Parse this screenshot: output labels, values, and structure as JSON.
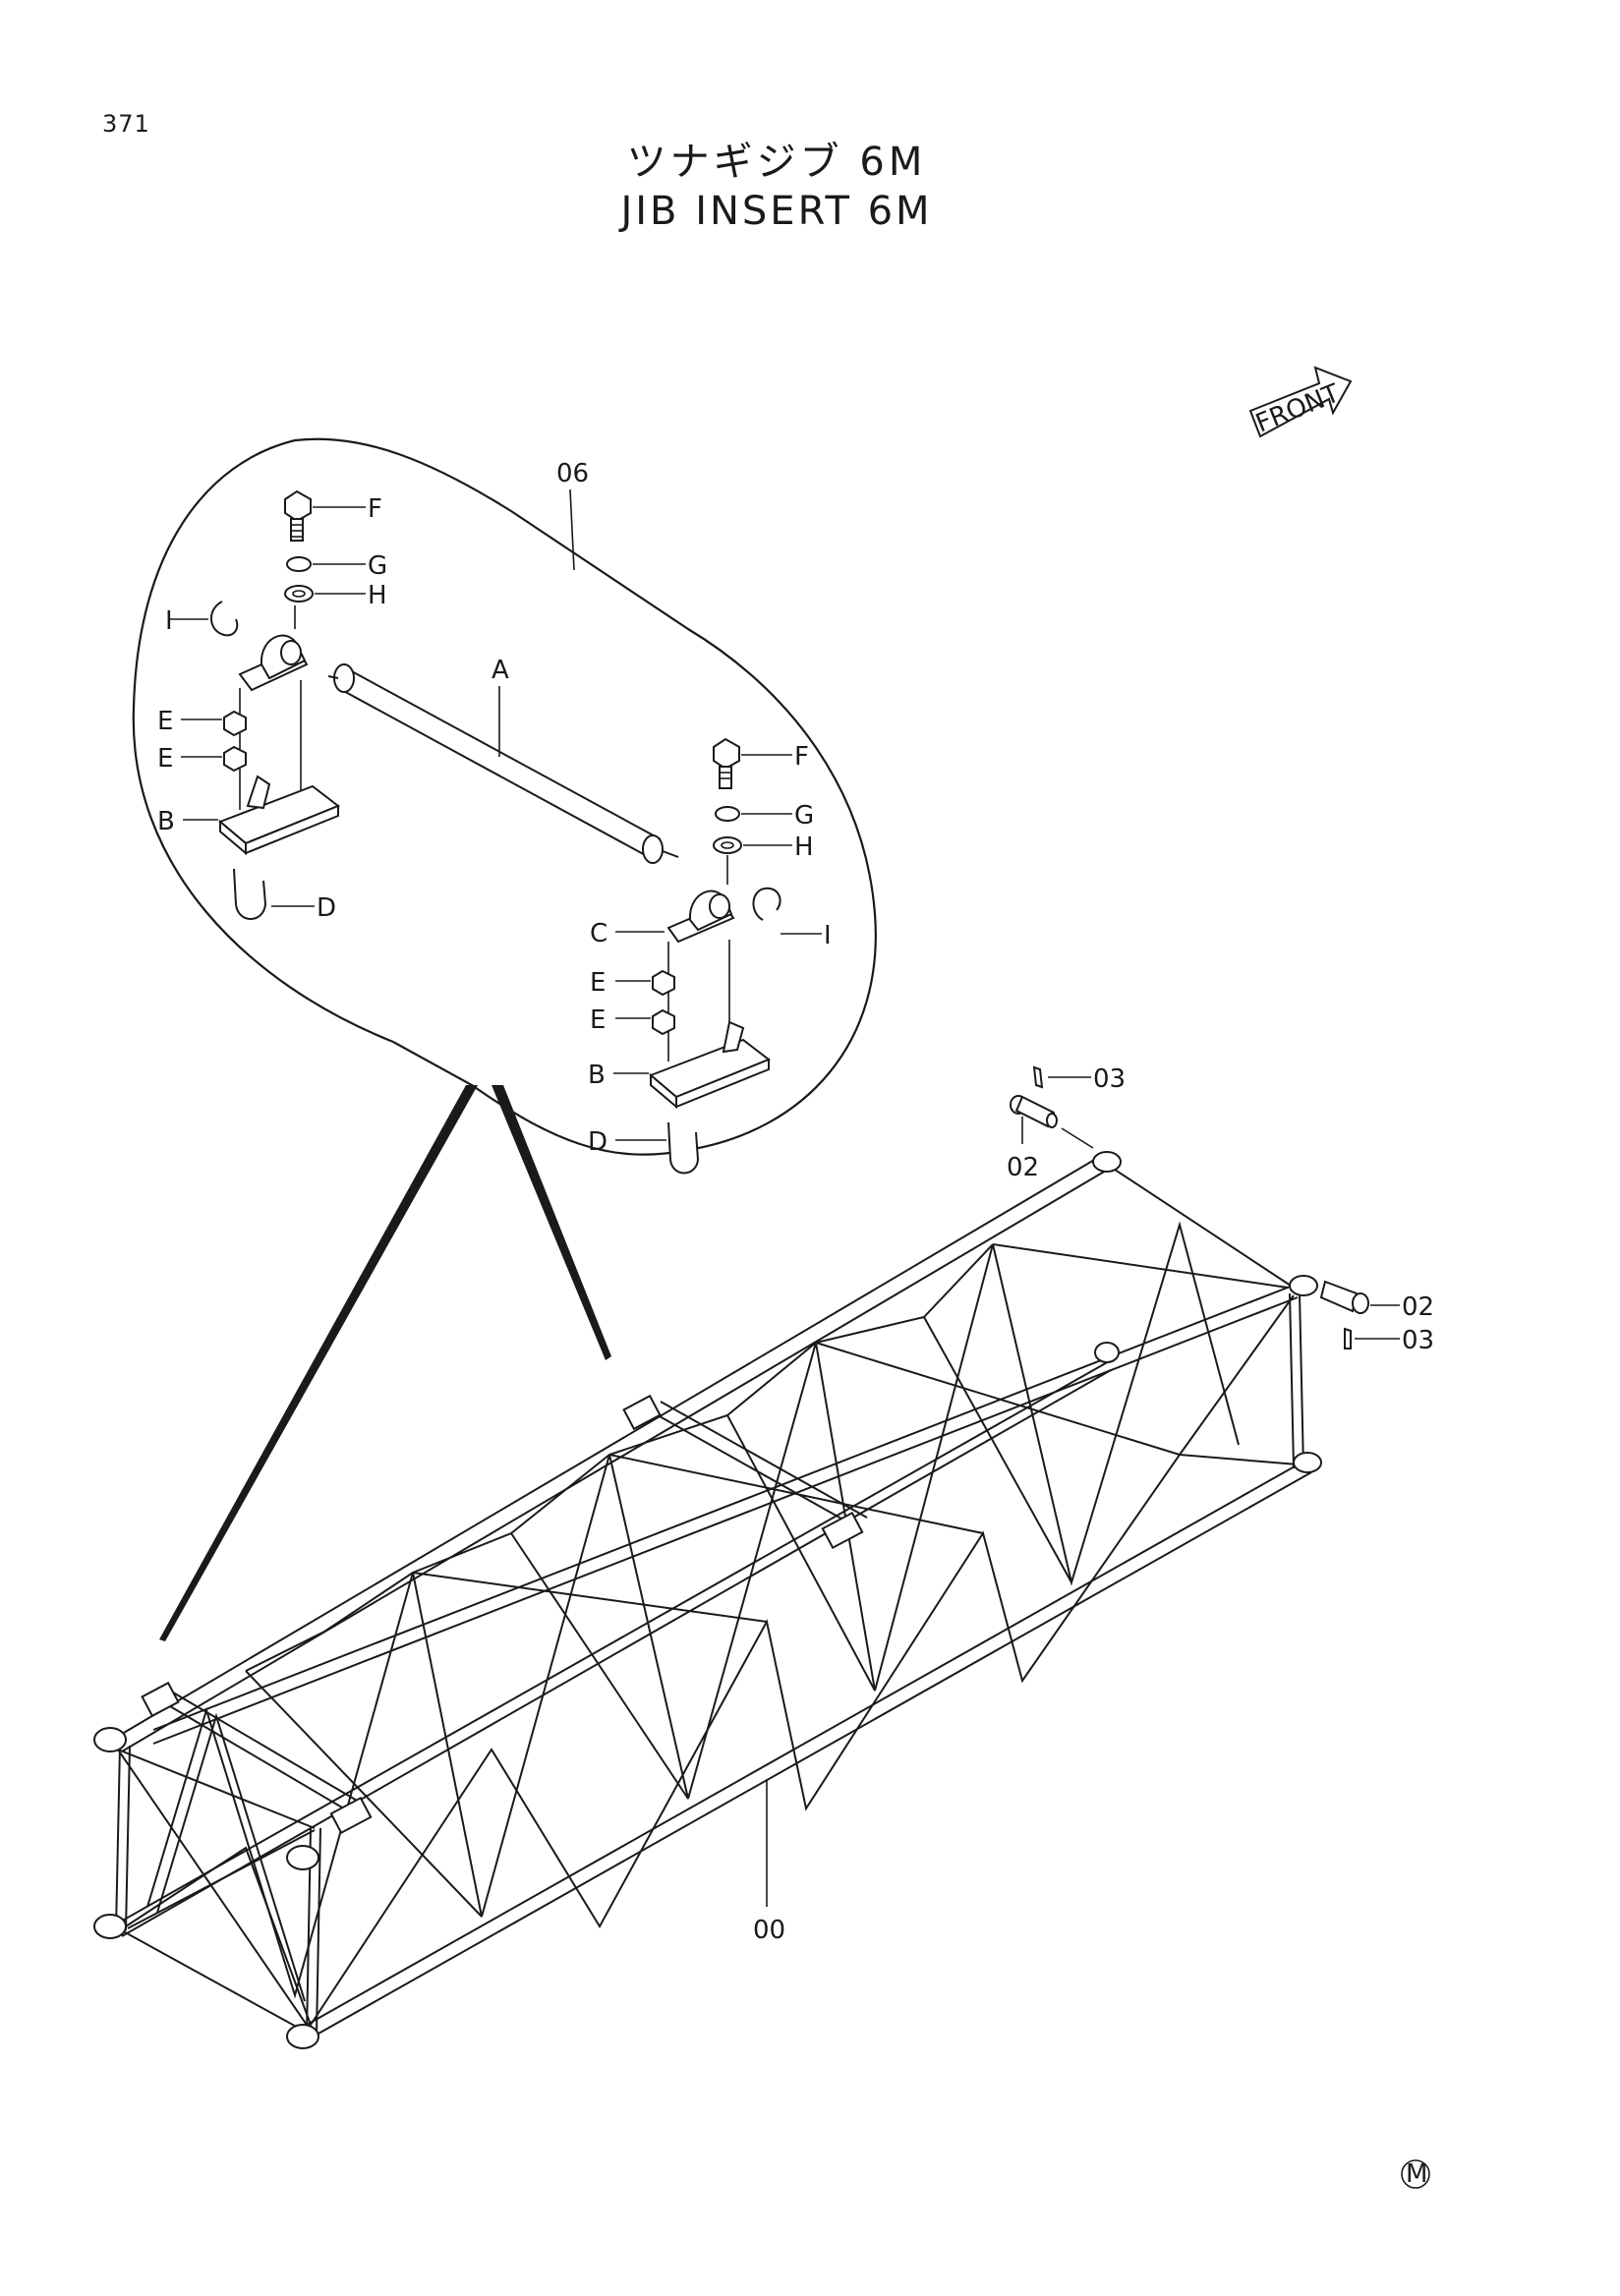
{
  "page_number": "371",
  "title_jp": "ツナギジブ 6M",
  "title_en": "JIB INSERT 6M",
  "front_label": "FRONT",
  "mark": "M",
  "callouts": {
    "assembly_detail": "06",
    "jib_insert": "00",
    "pin_upper": "02",
    "clip_upper": "03",
    "pin_right": "02",
    "clip_right": "03"
  },
  "detail_letters": {
    "a": "A",
    "b_left": "B",
    "b_right": "B",
    "c": "C",
    "d_left": "D",
    "d_right": "D",
    "e_left_1": "E",
    "e_left_2": "E",
    "e_right_1": "E",
    "e_right_2": "E",
    "f_left": "F",
    "f_right": "F",
    "g_left": "G",
    "g_right": "G",
    "h_left": "H",
    "h_right": "H",
    "i_left": "I",
    "i_right": "I"
  }
}
